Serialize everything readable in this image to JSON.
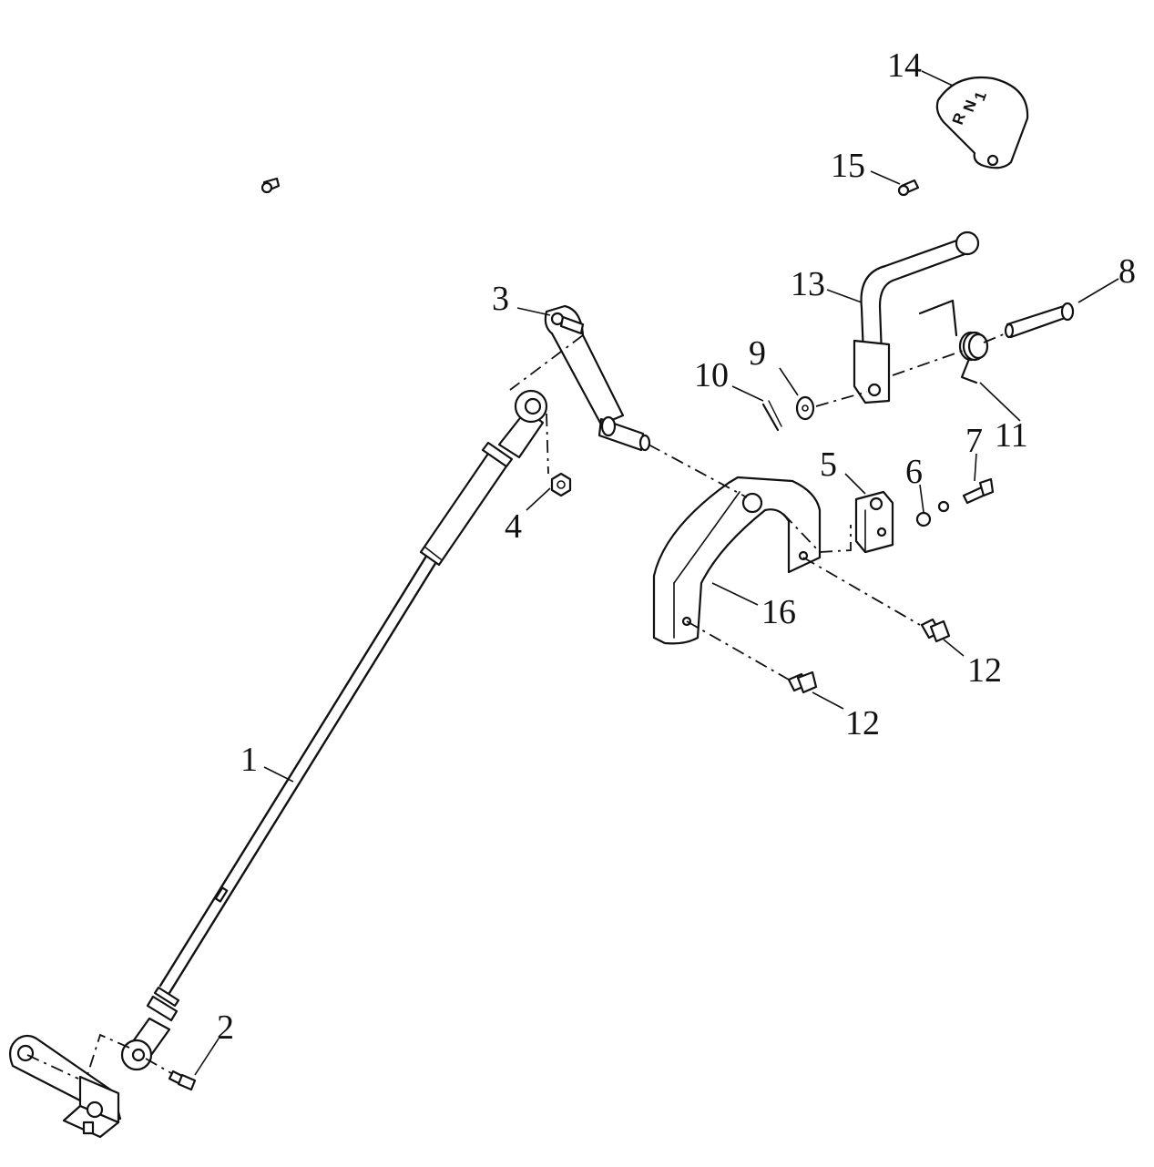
{
  "callouts": [
    "1",
    "2",
    "3",
    "4",
    "5",
    "6",
    "7",
    "8",
    "9",
    "10",
    "11",
    "12",
    "12",
    "13",
    "14",
    "15",
    "16"
  ],
  "knob_letters": [
    "1",
    "N",
    "R"
  ],
  "colors": {
    "line": "#111111",
    "background": "#ffffff"
  }
}
